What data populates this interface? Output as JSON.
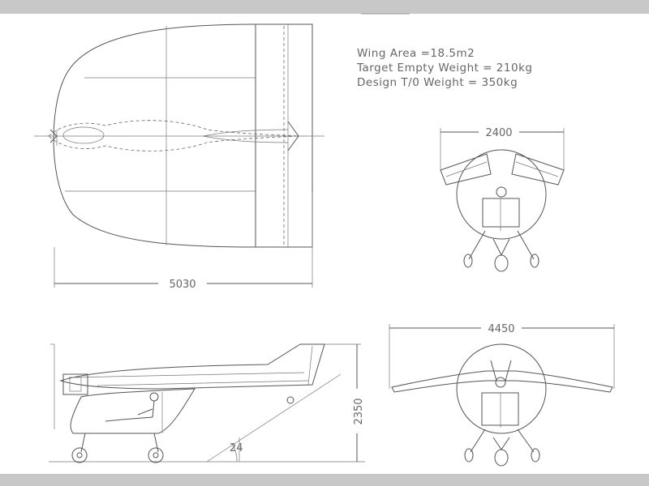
{
  "specs": {
    "wing_area": "Wing Area =18.5m2",
    "target_empty_weight": "Target Empty Weight = 210kg",
    "design_takeoff_weight": "Design T/0 Weight = 350kg"
  },
  "dimensions": {
    "length": "5030",
    "front_span": "2400",
    "rear_span": "4450",
    "height": "2350",
    "angle": "24"
  },
  "colors": {
    "background": "#c8c8c8",
    "paper": "#ffffff",
    "line": "#555555",
    "text": "#666666"
  }
}
